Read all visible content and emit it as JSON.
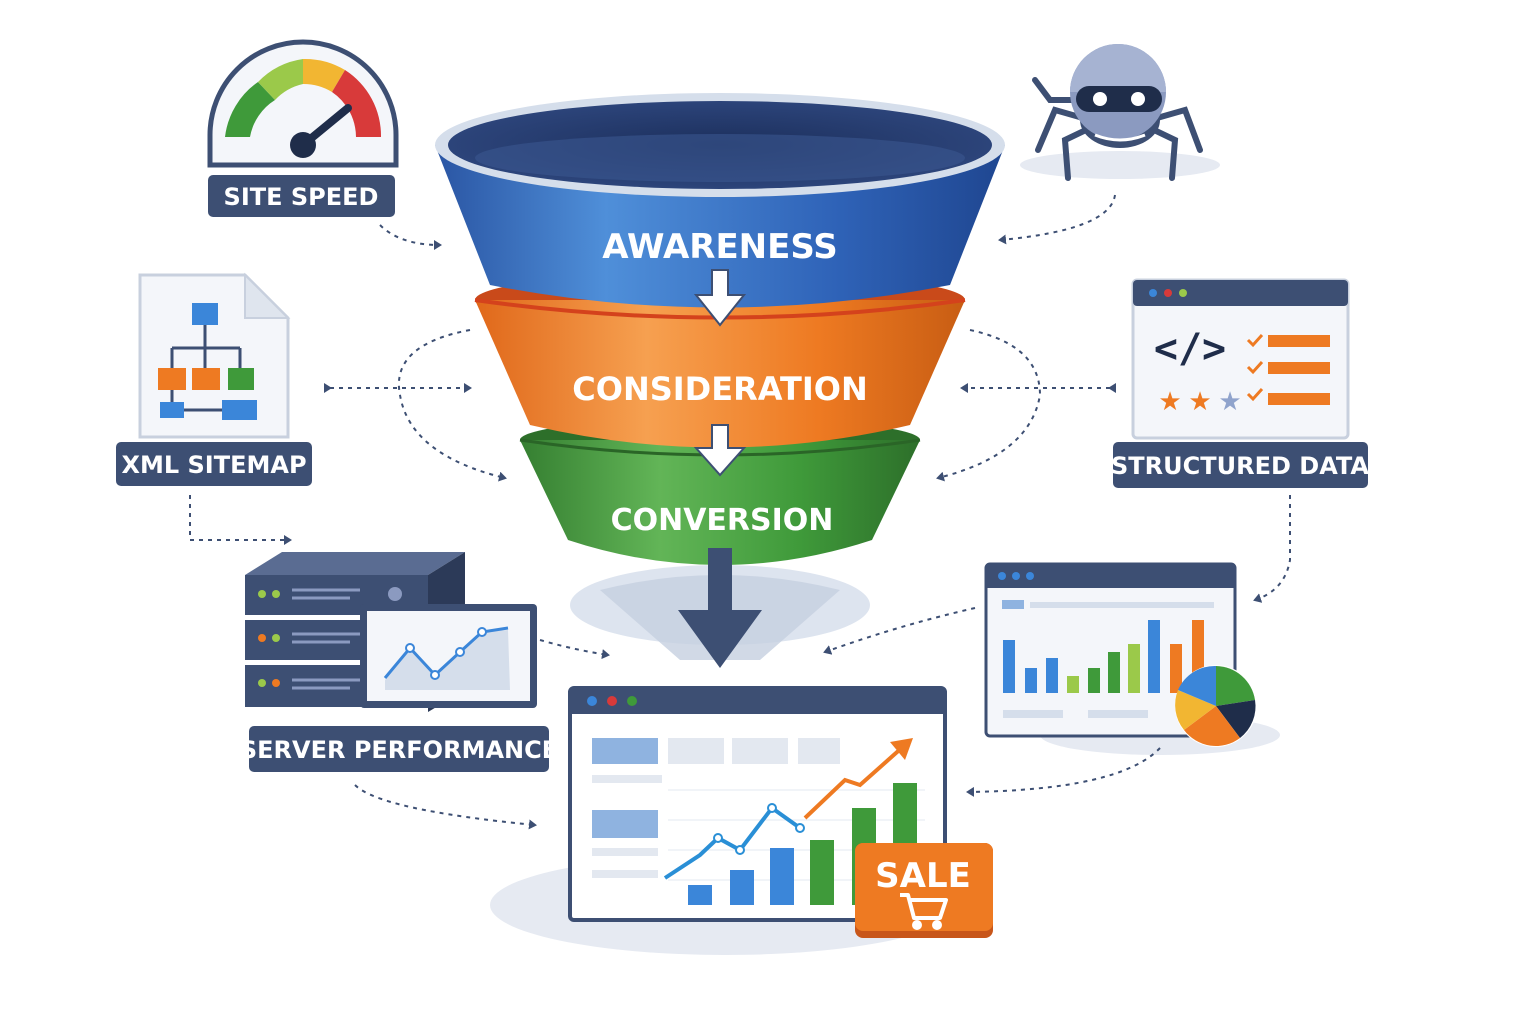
{
  "funnel": {
    "stages": [
      {
        "label": "AWARENESS",
        "color": "#2f63b8"
      },
      {
        "label": "CONSIDERATION",
        "color": "#ee7a22"
      },
      {
        "label": "CONVERSION",
        "color": "#3f9a3a"
      }
    ]
  },
  "factors": {
    "site_speed": "SITE SPEED",
    "xml_sitemap": "XML SITEMAP",
    "server_performance": "SERVER PERFORMANCE",
    "structured_data": "STRUCTURED DATA"
  },
  "sale_badge": "SALE",
  "colors": {
    "label_bg": "#3d4f73",
    "arrow": "#3d4f73",
    "blue": "#2f63b8",
    "orange": "#ee7a22",
    "green": "#3f9a3a",
    "red": "#d83a3a"
  },
  "icons": [
    "speedometer-icon",
    "spider-bot-icon",
    "sitemap-document-icon",
    "code-window-icon",
    "server-rack-icon",
    "analytics-dashboard-icon",
    "sales-dashboard-icon",
    "shopping-cart-icon"
  ]
}
